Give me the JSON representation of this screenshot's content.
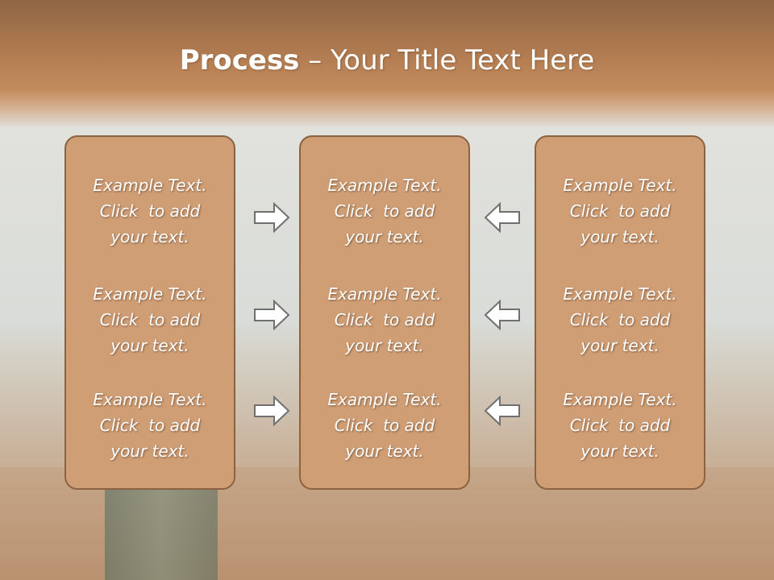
{
  "title": {
    "bold": "Process",
    "rest": " – Your Title Text Here"
  },
  "columns": [
    {
      "cells": [
        {
          "line1": "Example Text.",
          "line2": "Click  to add",
          "line3": "your text."
        },
        {
          "line1": "Example Text.",
          "line2": "Click  to add",
          "line3": "your text."
        },
        {
          "line1": "Example Text.",
          "line2": "Click  to add",
          "line3": "your text."
        }
      ]
    },
    {
      "cells": [
        {
          "line1": "Example Text.",
          "line2": "Click  to add",
          "line3": "your text."
        },
        {
          "line1": "Example Text.",
          "line2": "Click  to add",
          "line3": "your text."
        },
        {
          "line1": "Example Text.",
          "line2": "Click  to add",
          "line3": "your text."
        }
      ]
    },
    {
      "cells": [
        {
          "line1": "Example Text.",
          "line2": "Click  to add",
          "line3": "your text."
        },
        {
          "line1": "Example Text.",
          "line2": "Click  to add",
          "line3": "your text."
        },
        {
          "line1": "Example Text.",
          "line2": "Click  to add",
          "line3": "your text."
        }
      ]
    }
  ],
  "arrows": {
    "left_group": "right-arrow-icon",
    "right_group": "left-arrow-icon"
  },
  "colors": {
    "box_fill": "#d09e75",
    "box_border": "#8c6340",
    "header": "#b07a50",
    "text": "#ffffff"
  }
}
